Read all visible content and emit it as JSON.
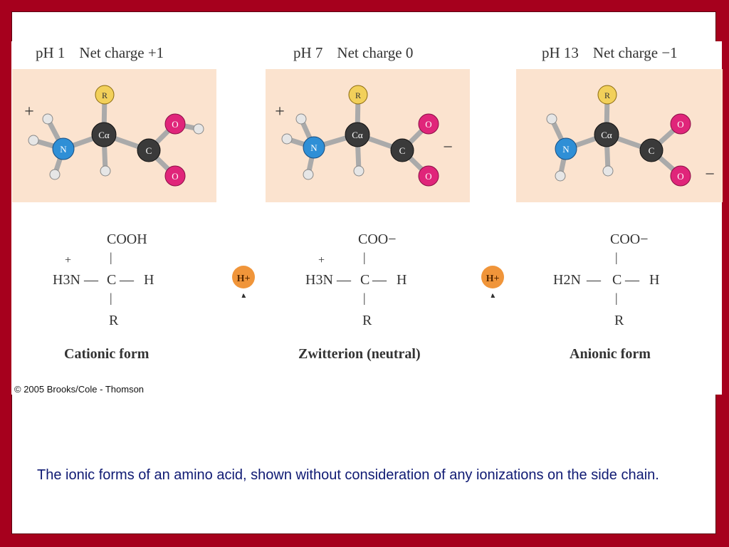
{
  "panels": [
    {
      "ph": "pH 1",
      "charge": "Net charge +1",
      "form": "Cationic form",
      "top_group": "COOH",
      "amine": "H3N",
      "plus": "+",
      "minus": ""
    },
    {
      "ph": "pH 7",
      "charge": "Net charge 0",
      "form": "Zwitterion (neutral)",
      "top_group": "COO−",
      "amine": "H3N",
      "plus": "+",
      "minus": "−"
    },
    {
      "ph": "pH 13",
      "charge": "Net charge −1",
      "form": "Anionic form",
      "top_group": "COO−",
      "amine": "H2N",
      "plus": "",
      "minus": "−"
    }
  ],
  "atoms": {
    "r": "R",
    "n": "N",
    "ca": "Cα",
    "c": "C",
    "o": "O"
  },
  "structure": {
    "carbon": "C",
    "h": "H",
    "r": "R",
    "dash": "—",
    "vbar": "|"
  },
  "proton": "H+",
  "credit": "© 2005 Brooks/Cole - Thomson",
  "caption": "The ionic forms of an amino acid, shown without consideration of any ionizations on the side chain.",
  "colors": {
    "frame": "#a6001d",
    "panel_bg": "#fbe3cf",
    "nitrogen": "#2f8fd6",
    "oxygen": "#e0257a",
    "r_group": "#f2d05a",
    "carbon": "#3a3a3a",
    "hydrogen": "#e6e6e6",
    "proton": "#f0953a",
    "caption": "#0f1a73"
  }
}
